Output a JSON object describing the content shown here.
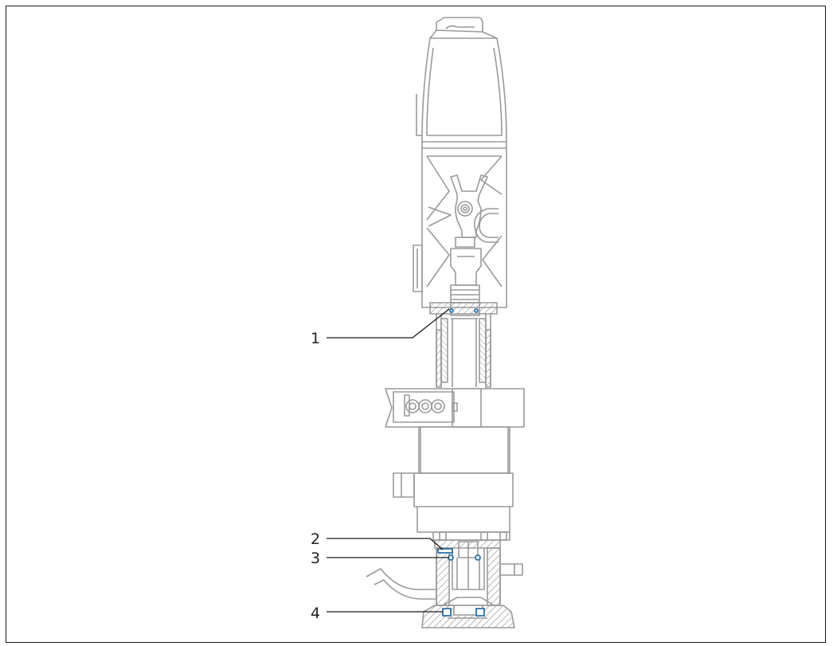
{
  "figure": {
    "description_free": true,
    "colors": {
      "line": "#9a9a9a",
      "dark_line": "#4a4a4a",
      "hatch": "#8c8c8c",
      "callout": "#1a1a1a",
      "seal_highlight": "#2a6fa8"
    }
  },
  "callouts": [
    {
      "id": "1",
      "label": "1"
    },
    {
      "id": "2",
      "label": "2"
    },
    {
      "id": "3",
      "label": "3"
    },
    {
      "id": "4",
      "label": "4"
    }
  ]
}
